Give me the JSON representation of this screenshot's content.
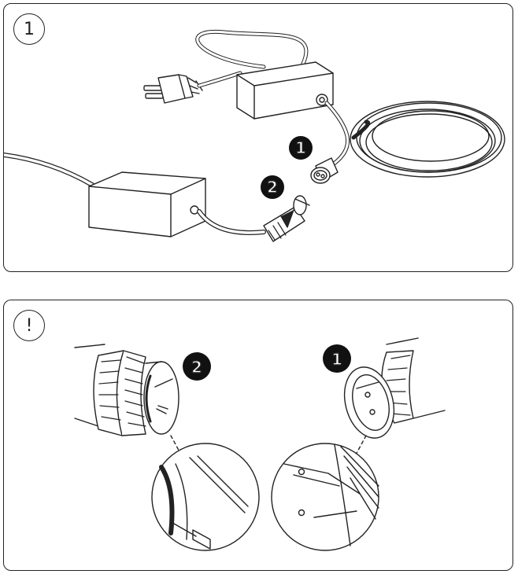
{
  "panels": [
    {
      "step_label": "1",
      "callouts": [
        {
          "label": "1",
          "icon": "female-connector-icon"
        },
        {
          "label": "2",
          "icon": "male-connector-icon"
        }
      ]
    },
    {
      "step_label": "!",
      "callouts": [
        {
          "label": "2",
          "icon": "male-connector-detail-icon"
        },
        {
          "label": "1",
          "icon": "female-connector-detail-icon"
        }
      ]
    }
  ],
  "colors": {
    "stroke": "#222222",
    "background": "#ffffff",
    "callout_fill": "#111111"
  }
}
